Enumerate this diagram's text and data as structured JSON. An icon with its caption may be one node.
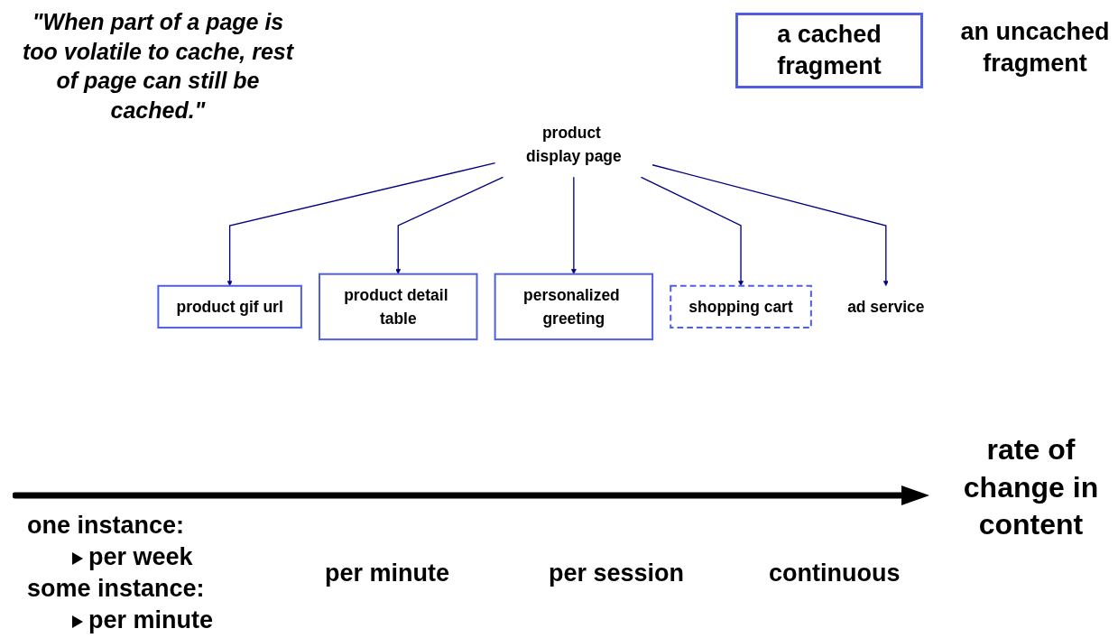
{
  "diagram": {
    "nodes": [
      {
        "text": [
          "product display page"
        ]
      },
      {
        "text": [
          "product gif url"
        ]
      },
      {
        "text": [
          "product detail table"
        ]
      },
      {
        "text": [
          "personalized greeting"
        ]
      },
      {
        "text": [
          "shopping cart"
        ]
      },
      {
        "text": [
          "ad service"
        ]
      }
    ],
    "edges": [
      {
        "from": 0,
        "to": 1,
        "arrow": "to"
      },
      {
        "from": 0,
        "to": 2,
        "arrow": "to"
      },
      {
        "from": 0,
        "to": 3,
        "arrow": "to"
      },
      {
        "from": 0,
        "to": 4,
        "arrow": "to"
      },
      {
        "from": 0,
        "to": 5,
        "arrow": "to"
      }
    ],
    "labels": [
      "\"When part of a page is too volatile to cache, rest of page can still be cached.\"",
      "rate of change in content",
      "one instance:",
      "per week",
      "some instance:",
      "per minute",
      "per minute",
      "per session",
      "continuous"
    ],
    "legend": [
      {
        "text": "a cached fragment"
      },
      {
        "text": "an uncached fragment"
      }
    ]
  }
}
